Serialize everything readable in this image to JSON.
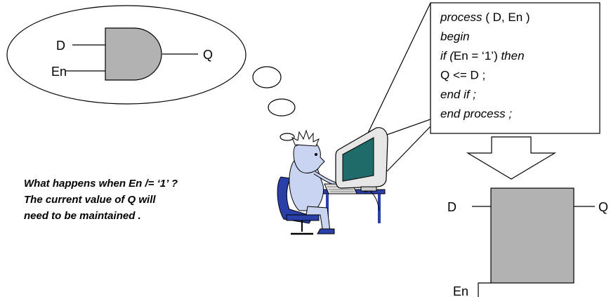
{
  "thought_gate": {
    "input_d": "D",
    "input_en": "En",
    "output_q": "Q"
  },
  "code_block": {
    "lines": [
      [
        {
          "text": "process",
          "italic": true
        },
        {
          "text": "  ( D, En )",
          "italic": false
        }
      ],
      [
        {
          "text": "begin",
          "italic": true
        }
      ],
      [
        {
          "text": "if  (",
          "italic": true
        },
        {
          "text": "En  = ‘1’)  ",
          "italic": false
        },
        {
          "text": "then",
          "italic": true
        }
      ],
      [
        {
          "text": "Q <= D ;",
          "italic": false
        }
      ],
      [
        {
          "text": "end  if ;",
          "italic": true
        }
      ],
      [
        {
          "text": "end  process ;",
          "italic": true
        }
      ]
    ]
  },
  "note": {
    "lines": [
      "What happens when En /= ‘1’ ?",
      "The  current  value  of  Q  will",
      "need  to  be  maintained ."
    ]
  },
  "latch_block": {
    "input_d": "D",
    "output_q": "Q",
    "input_en": "En"
  },
  "colors": {
    "gate_fill": "#b2b2b2",
    "block_fill": "#b2b2b2",
    "monitor_screen": "#1f6b6b",
    "person_fill": "#c8d4f0",
    "chair_fill": "#2a3fa8"
  }
}
